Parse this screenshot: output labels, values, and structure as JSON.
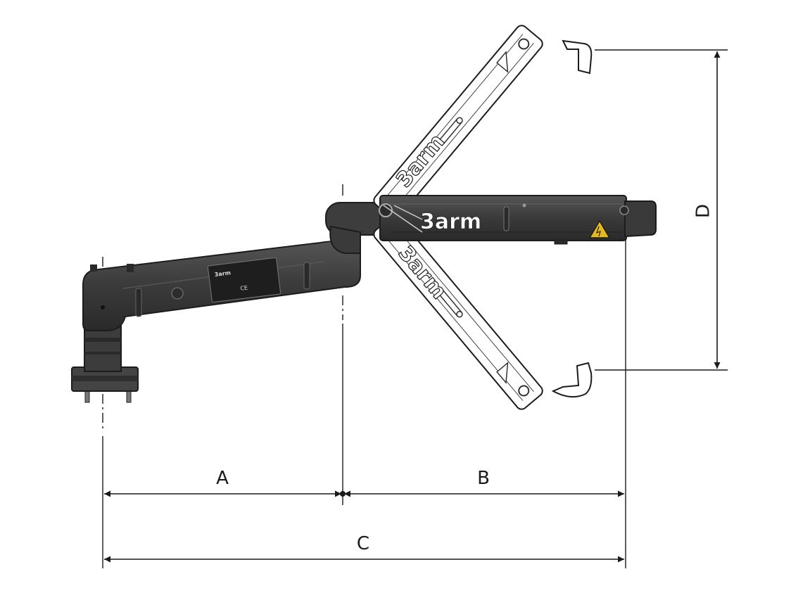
{
  "diagram": {
    "dimensions": {
      "a": "A",
      "b": "B",
      "c": "C",
      "d": "D"
    },
    "brand": {
      "logo_text": "3arm"
    },
    "label_plate": {
      "mark": "CE"
    },
    "colors": {
      "arm_body": "#3b3b3b",
      "arm_outline": "#1c1c1c",
      "ghost_arm_fill": "#ffffff",
      "dimension_line": "#1a1a1a",
      "warning_label": "#e5b81c"
    }
  }
}
